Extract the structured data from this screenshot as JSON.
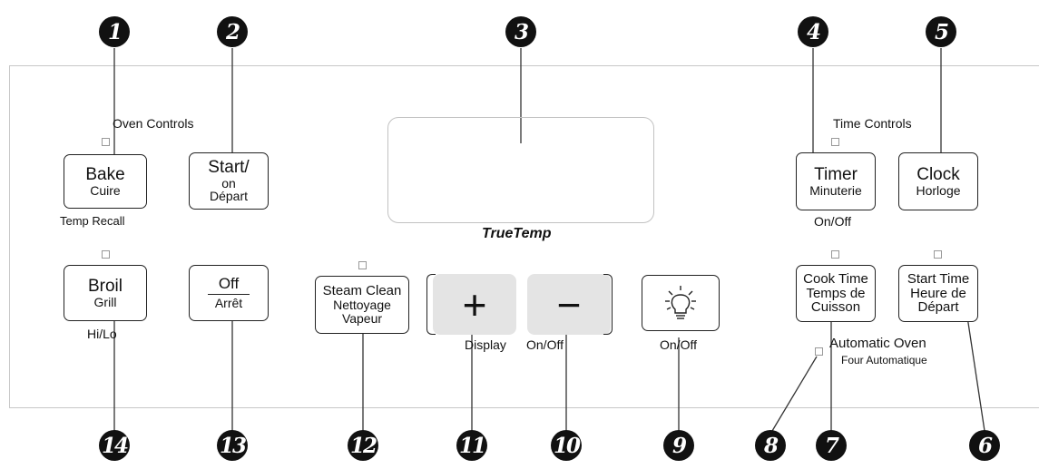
{
  "callouts": [
    "1",
    "2",
    "3",
    "4",
    "5",
    "6",
    "7",
    "8",
    "9",
    "10",
    "11",
    "12",
    "13",
    "14"
  ],
  "groups": {
    "oven_controls": "Oven Controls",
    "time_controls": "Time Controls"
  },
  "buttons": {
    "bake": {
      "en": "Bake",
      "fr": "Cuire",
      "sub": "Temp Recall"
    },
    "start": {
      "l1": "Start/",
      "l2": "on",
      "l3": "Départ"
    },
    "broil": {
      "en": "Broil",
      "fr": "Grill",
      "sub": "Hi/Lo"
    },
    "off": {
      "en": "Off",
      "fr": "Arrêt"
    },
    "steam_clean": {
      "l1": "Steam Clean",
      "l2": "Nettoyage",
      "l3": "Vapeur"
    },
    "plus": "+",
    "minus": "−",
    "display_label": "Display",
    "display_onoff": "On/Off",
    "light_onoff": "On/Off",
    "timer": {
      "en": "Timer",
      "fr": "Minuterie",
      "sub": "On/Off"
    },
    "clock": {
      "en": "Clock",
      "fr": "Horloge"
    },
    "cook_time": {
      "l1": "Cook Time",
      "l2": "Temps de",
      "l3": "Cuisson"
    },
    "start_time": {
      "l1": "Start Time",
      "l2": "Heure de",
      "l3": "Départ"
    }
  },
  "brand": "TrueTemp",
  "automatic_oven": {
    "en": "Automatic Oven",
    "fr": "Four Automatique"
  }
}
